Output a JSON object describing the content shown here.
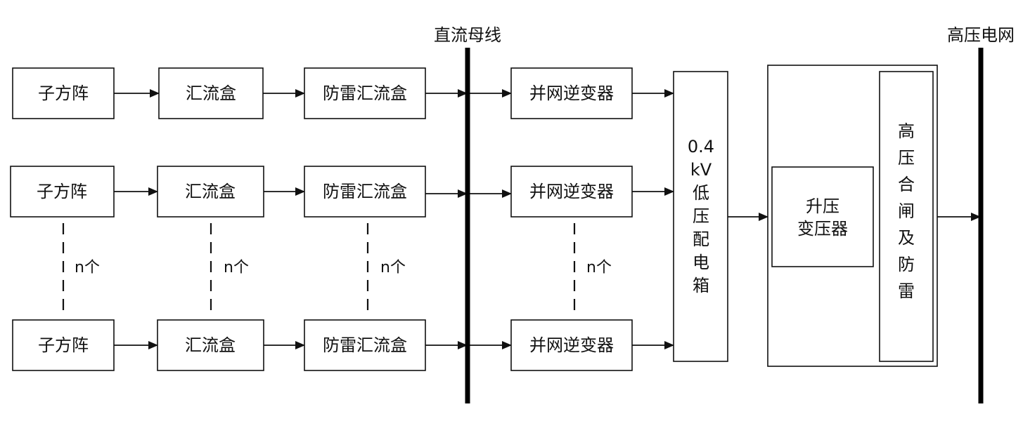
{
  "buses": {
    "dc_bus": "直流母线",
    "hv_grid": "高压电网"
  },
  "rows": [
    {
      "subarray": "子方阵",
      "combiner": "汇流盒",
      "lightning_combiner": "防雷汇流盒",
      "inverter": "并网逆变器"
    },
    {
      "subarray": "子方阵",
      "combiner": "汇流盒",
      "lightning_combiner": "防雷汇流盒",
      "inverter": "并网逆变器"
    },
    {
      "subarray": "子方阵",
      "combiner": "汇流盒",
      "lightning_combiner": "防雷汇流盒",
      "inverter": "并网逆变器"
    }
  ],
  "repeat_label": "n个",
  "lv_box": [
    "0.4",
    "kV",
    "低",
    "压",
    "配",
    "电",
    "箱"
  ],
  "transformer": [
    "升压",
    "变压器"
  ],
  "hv_switch": [
    "高",
    "压",
    "合",
    "闸",
    "及",
    "防",
    "雷"
  ]
}
